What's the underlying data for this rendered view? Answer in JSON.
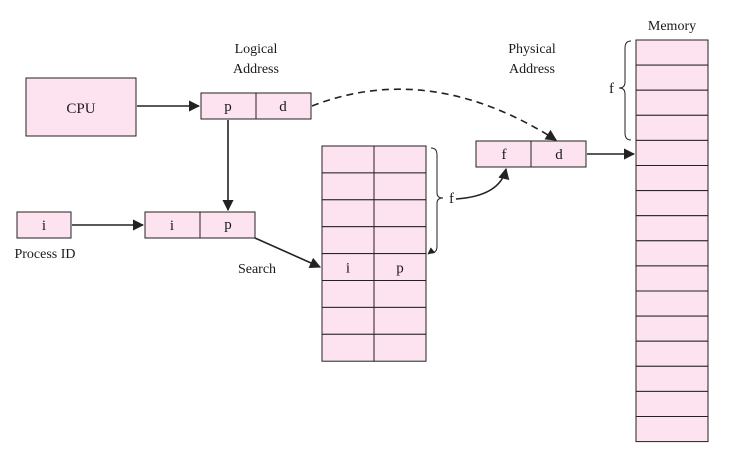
{
  "colors": {
    "box_fill": "#fde3ef",
    "stroke": "#222222"
  },
  "labels": {
    "cpu": "CPU",
    "logical_address_line1": "Logical",
    "logical_address_line2": "Address",
    "physical_address_line1": "Physical",
    "physical_address_line2": "Address",
    "memory": "Memory",
    "process_id": "Process ID",
    "search": "Search"
  },
  "logical_address_fields": [
    "p",
    "d"
  ],
  "process_id_field": "i",
  "search_key_fields": [
    "i",
    "p"
  ],
  "page_table_match_row": [
    "i",
    "p"
  ],
  "physical_address_fields": [
    "f",
    "d"
  ],
  "brace_labels": {
    "page_table_frame": "f",
    "memory_frame": "f"
  }
}
